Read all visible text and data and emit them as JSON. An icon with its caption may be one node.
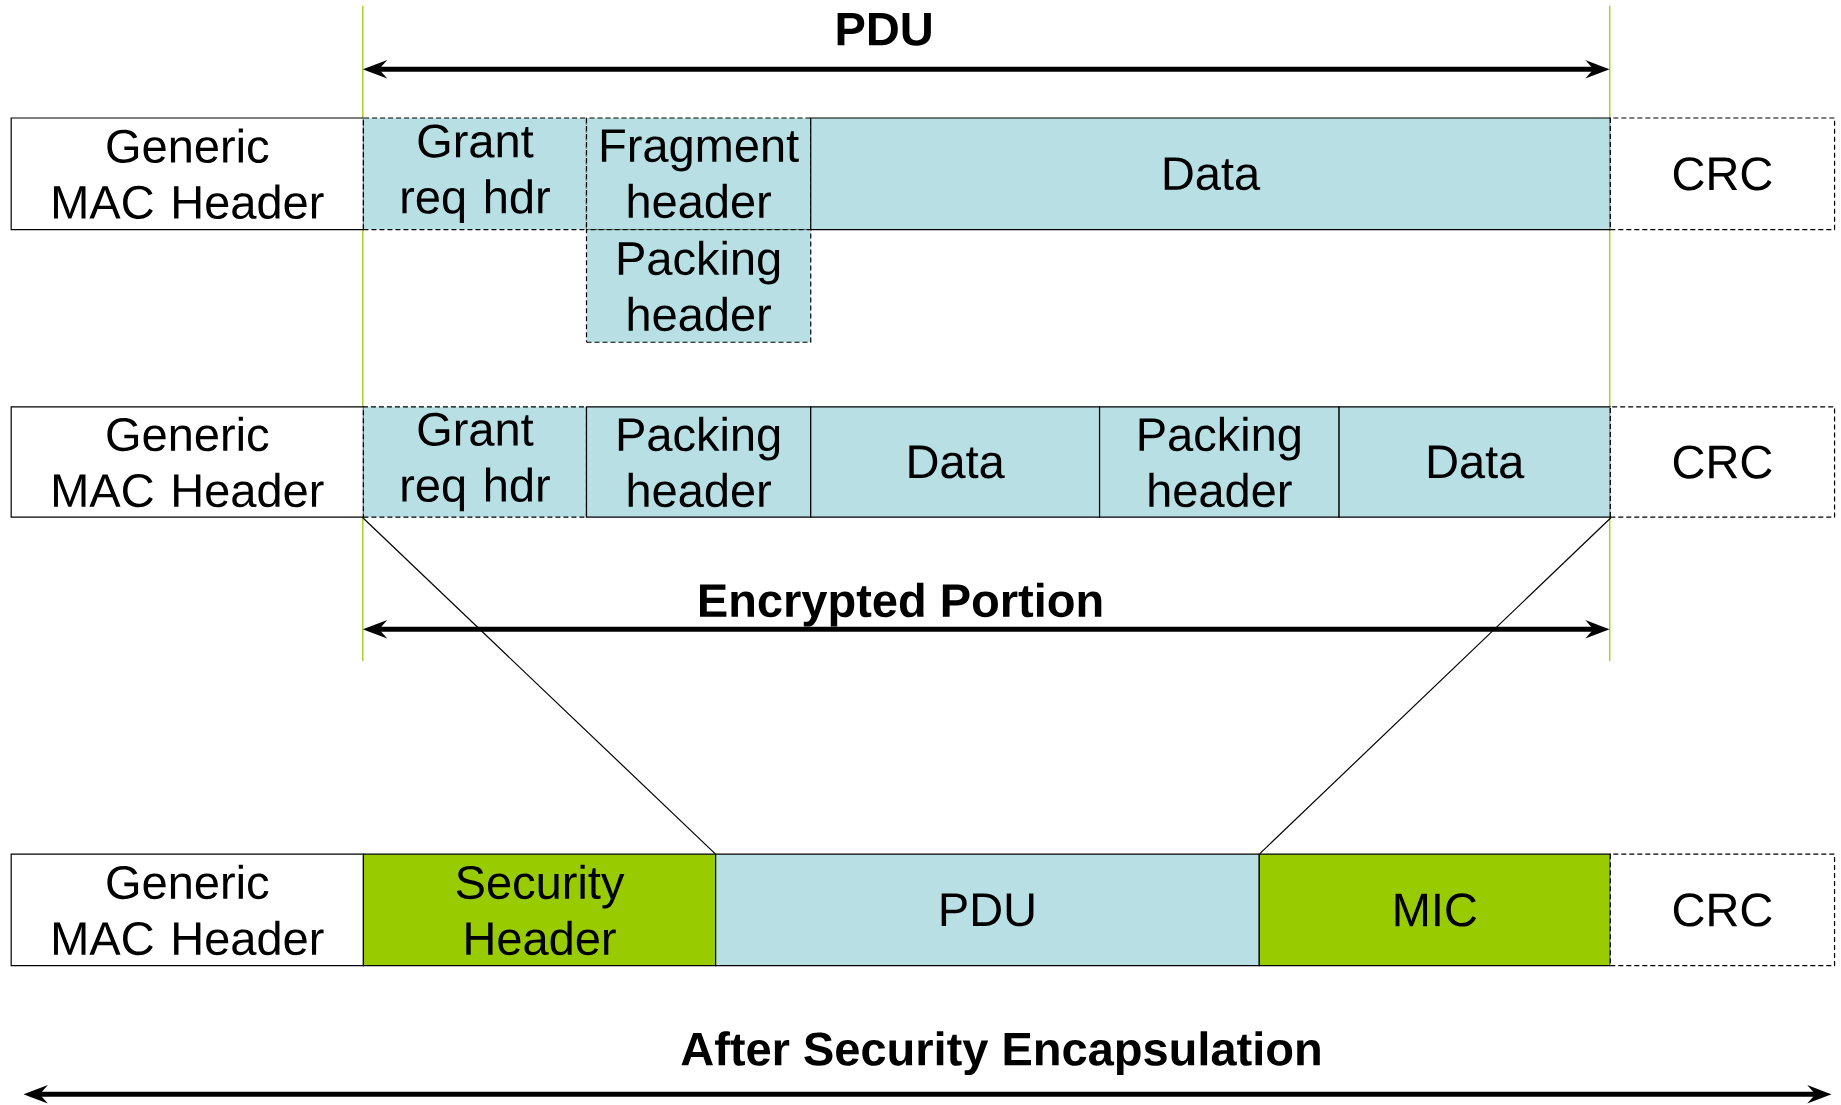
{
  "diagram": {
    "nodes": [
      {
        "text": [
          "Generic MAC Header"
        ]
      },
      {
        "text": [
          "Grant req hdr"
        ]
      },
      {
        "text": [
          "Fragment header"
        ]
      },
      {
        "text": [
          "Data"
        ]
      },
      {
        "text": [
          "CRC"
        ]
      },
      {
        "text": [
          "Packing header"
        ]
      },
      {
        "text": [
          "Generic MAC Header"
        ]
      },
      {
        "text": [
          "Grant req hdr"
        ]
      },
      {
        "text": [
          "Packing header"
        ]
      },
      {
        "text": [
          "Data"
        ]
      },
      {
        "text": [
          "Packing header"
        ]
      },
      {
        "text": [
          "Data"
        ]
      },
      {
        "text": [
          "CRC"
        ]
      },
      {
        "text": [
          "Generic MAC Header"
        ]
      },
      {
        "text": [
          "Security Header"
        ]
      },
      {
        "text": [
          "PDU"
        ]
      },
      {
        "text": [
          "MIC"
        ]
      },
      {
        "text": [
          "CRC"
        ]
      }
    ],
    "edges": [
      {
        "from": 7,
        "to": 15,
        "arrow": "none"
      },
      {
        "from": 11,
        "to": 15,
        "arrow": "none"
      }
    ],
    "labels": [
      "PDU",
      "Encrypted Portion",
      "After Security Encapsulation"
    ]
  }
}
